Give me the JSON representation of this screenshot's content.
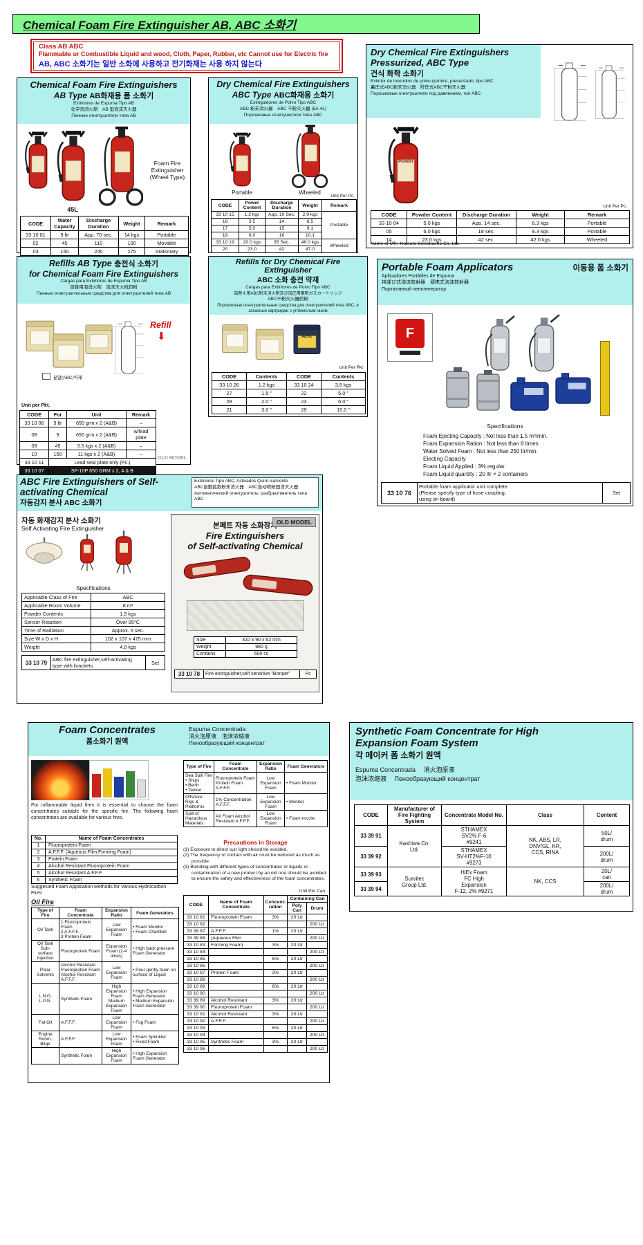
{
  "banner": {
    "title": "Chemical Foam Fire Extinguisher AB, ABC 소화기"
  },
  "warning": {
    "class_line": "Class AB ABC",
    "english_line": "Flammable or Combustible Liquid and  wood, Cloth, Paper, Rubber, etc   Cannot use for Electric fire",
    "korean_line": "AB, ABC 소화기는 일반 소화에 사용하고 전기화재는 사용 하지 않는다"
  },
  "foam_ab": {
    "title1": "Chemical Foam Fire Extinguishers",
    "title2": "AB Type",
    "title_kr": "AB화재용 폼 소화기",
    "sub_es": "Extintores de Espuma Tipo AB",
    "sub_jp": "化学泡消火剤　AB 型泡沫灭火器",
    "sub_ru": "Пенные огнетушители типа AB",
    "label_45l": "45L",
    "label_wheel": "Foam Fire\nExtinguisher\n(Wheel Type)",
    "headers": [
      "CODE",
      "Water Capacity",
      "Discharge Duration",
      "Weight",
      "Remark"
    ],
    "rows": [
      [
        "33 10 01",
        "9 ltr",
        "App. 70 sec.",
        "14 kgs",
        "Portable"
      ],
      [
        "02",
        "45",
        "110",
        "100",
        "Movable"
      ],
      [
        "03",
        "150",
        "240",
        "275",
        "Stationary"
      ]
    ]
  },
  "dry_abc": {
    "title1": "Dry Chemical Fire Extinguishers",
    "title2": "ABC Type",
    "title_kr": "ABC화재용 소화기",
    "sub_es": "Extinguidores de Polvo Tipo ABC",
    "sub_jp": "ABC 粉末消火器　ABC 干粉灭火器 (5A-4L)",
    "sub_ru": "Порошковые огнетушители типа ABC",
    "label_portable": "Portable",
    "label_wheeled": "Wheeled",
    "unit_note": "Unit Per Pc.",
    "headers": [
      "CODE",
      "Power Content",
      "Discharge Duration",
      "Weight",
      "Remark"
    ],
    "rows": [
      [
        "33 10 15",
        "1.2 kgs",
        "App. 10 Sec.",
        "2.9 kgs"
      ],
      [
        "16",
        "3.5",
        "14",
        "6.5"
      ],
      [
        "17",
        "5.0",
        "15",
        "9.1"
      ],
      [
        "18",
        "6.0",
        "16",
        "10.1"
      ],
      [
        "33 10 19",
        "20.0 kgs",
        "35 Sec.",
        "46.0 kgs"
      ],
      [
        "20",
        "23.0",
        "42",
        "47.0"
      ]
    ],
    "remark_portable": "Portable",
    "remark_wheeled": "Wheeled"
  },
  "pressurized": {
    "title1": "Dry Chemical Fire Extinguishers",
    "title2": "Pressurized, ABC Type",
    "title_kr": "건식 화학 소화기",
    "sub_es": "Extintor de incendios de polvo químico, presurizado, tipo ABC",
    "sub_jp": "蓄圧式ABC粉末消火器　貯圧式ABC干粉灭火器",
    "sub_ru": "Порошковые огнетушители под давлением, тип ABC",
    "product_label": "Powder",
    "unit_note": "Unit Per Pc.",
    "headers": [
      "CODE",
      "Powder Content",
      "Discharge Duration",
      "Weight",
      "Remark"
    ],
    "rows": [
      [
        "33 10 04",
        "5.0 kgs",
        "App. 14 sec.",
        "8.3 kgs",
        "Portable"
      ],
      [
        "05",
        "6.0 kgs",
        "18 sec.",
        "9.3 kgs",
        "Portable"
      ],
      [
        "14",
        "23.0 kgs",
        "42 sec.",
        "42.0 kgs",
        "Wheeled"
      ]
    ],
    "mfr_note": "Name of Mfr.: Hatsuta Seisakusho Co. Ltd."
  },
  "refills_ab": {
    "title1": "Refills AB Type",
    "title_kr": "충전식 소화기",
    "title2": "for Chemical Foam Fire Extinguishers",
    "sub_es": "Cargas para Extintores de Espuma Tipo AB",
    "sub_jp": "詰替用泡消火剤　泡沫灭火机药粉",
    "sub_ru": "Пенные огнетушительные средства для огнетушителей типа AB",
    "refill_label": "Refill",
    "refill_arrow": "⬇",
    "powder_label": "분말(ABC)약재",
    "unit_note": "Unit per Pkt.",
    "headers": [
      "CODE",
      "For",
      "Unit",
      "Remark"
    ],
    "rows": [
      [
        "33 10 06",
        "9 ltr",
        "650 grm x 2 (A&B)",
        "–"
      ],
      [
        "08",
        "9",
        "650 grm x 2 (A&B)",
        "w/lead plate"
      ],
      [
        "09",
        "45",
        "3.5 kgs x 2 (A&B)",
        "–"
      ],
      [
        "10",
        "150",
        "11 kgs x 2 (A&B)",
        "–"
      ]
    ],
    "lead_row": {
      "code": "33 10 11",
      "desc": "Lead seal plate only (Pc.)"
    },
    "old_row": {
      "code": "33 10 07",
      "desc": "SF-10P 650 GRM x 2,  A & B"
    },
    "old_model_label": "OLD MODEL"
  },
  "refills_dry": {
    "title1": "Refills for Dry Chemical Fire Extinguisher",
    "title_kr": "ABC 소화 충전 약재",
    "sub_es": "Cargas para Extintores de Polvo Tipo ABC",
    "sub_jp": "詰替え用ABC粉末消火剤及び加圧用薬剤ガスカートリッジ",
    "sub_cn": "ABC干粉灭火器药粉",
    "sub_ru": "Порошковые огнетушительные средства для огнетушителей типа ABC, и запасные картриджи с углекислым газом",
    "bag_label": "ABC",
    "unit_note": "Unit Per Pkt",
    "headers": [
      "CODE",
      "Contents",
      "CODE",
      "Contents"
    ],
    "rows": [
      [
        "33 10 26",
        "1.2 kgs",
        "33 10 24",
        "3.5 kgs"
      ],
      [
        "27",
        "1.5  ″",
        "22",
        "5.0  ″"
      ],
      [
        "28",
        "2.0  ″",
        "23",
        "6.0  ″"
      ],
      [
        "21",
        "3.0  ″",
        "29",
        "15.0  ″"
      ]
    ]
  },
  "applicators": {
    "title": "Portable Foam Applicators",
    "title_kr": "이동용 폼 소화기",
    "sub_es": "Aplicadores Portátiles de Espuma",
    "sub_jp": "持運び式泡沫放射器　便携式泡沫放射器",
    "sub_ru": "Портативный пеногенератор",
    "sign_letter": "F",
    "spec_title": "Specifications",
    "specs": [
      "Foam Ejecting Capacity   :  Not less than 1.5 m³/min.",
      "Foam Expansion Ration   :  Not less than 8 times",
      "Water Solved Foam         :  Not less than 250 ltr/min.",
      "Electing Capacity",
      "Foam Liquid Applied       :  3% regular",
      "Foam Liquid quantity      :  20 ltr × 2 containers"
    ],
    "row": {
      "code": "33 10 76",
      "desc": "Portable foam applicator unit complete\n(Please specify type of  hose coupling,\nusing on board)",
      "unit": "Set"
    }
  },
  "self_activating": {
    "header_title": "ABC Fire Extinguishers  of Self-activating Chemical",
    "header_kr": "자동감지 분사 ABC 소화기",
    "sub_es": "Extintores Tipo ABC, Activados Quím-icamente",
    "sub_jp": "ABC自動拡散粉末消火器　ABC自动喷粉固消灭火器",
    "sub_ru": "Автоматический огнетушитель: разбрызгиватель типа ABC",
    "left_title_kr": "자동 화재감지 분사 소화기",
    "left_title_en": "Self Activating Fire Extinguisher",
    "spec_title": "Specifications",
    "specs": [
      [
        "Applicable Class of Fire",
        "ABC"
      ],
      [
        "Applicable Room Volume",
        "8 m³"
      ],
      [
        "Powder Contents",
        "1.5 kgs"
      ],
      [
        "Sensor Reaction",
        "Over 95°C"
      ],
      [
        "Time of Radiation",
        "Approx. 6 sec."
      ],
      [
        "Size W x D x H",
        "102 x 107 x 475 mm"
      ],
      [
        "Weight",
        "4.0 kgs"
      ]
    ],
    "row": {
      "code": "33 10 79",
      "desc": "ABC fire extinguisher,self-activating\ntype with brackets",
      "unit": "Set"
    }
  },
  "old_model_unit": {
    "badge": "OLD MODEL",
    "title_kr": "본페트 자동 소화장치",
    "title1": "Fire Extinguishers",
    "title2": "of Self-activating Chemical",
    "specs": [
      [
        "Size",
        "310 x 90 x 62 mm"
      ],
      [
        "Weight",
        "980 g"
      ],
      [
        "Contains",
        "600 cc"
      ]
    ],
    "row": {
      "code": "33 10 78",
      "desc": "Fire extinguisher,self sensitive \"Bonpet\"",
      "unit": "Pc"
    }
  },
  "foam_concentrates": {
    "title": "Foam Concentrates",
    "title_kr": "폼소화기 원액",
    "sub_es": "Espuma Concentrada",
    "sub_jp": "消火泡原液　泡沫浓缩液",
    "sub_ru": "Пенообразующий концентрат",
    "intro": "For inflammable liquid fires it is essential to choose the foam concentrates suitable for the specific fire. The following foam concentrates are available for various fires.",
    "list_headers": [
      "No.",
      "Name of Foam Concentrates"
    ],
    "list": [
      [
        "1",
        "Fluoroprotein Foam"
      ],
      [
        "2",
        "A.F.F.F. (Aqueous Film Forming Foam)"
      ],
      [
        "3",
        "Protein Foam"
      ],
      [
        "4",
        "Alcohol Resistant Fluoroprotein Foam"
      ],
      [
        "5",
        "Alcohol Resistant A.F.F.F."
      ],
      [
        "6",
        "Synthetic Foam"
      ]
    ],
    "suggest_note": "Suggested Foam Application Methods for Various Hydrocarbon Fires",
    "oil_fire_title": "Oil Fire",
    "method_headers": [
      "Type of Fire",
      "Foam Concentrate",
      "Expansion Ratio",
      "Foam Generators"
    ],
    "oil_rows": [
      [
        "Oil Tank",
        "1 Fluoroprotein Foam\n2 A.F.F.F.\n3 Protein Foam",
        "Low Expansion Foam",
        "• Foam Monitor\n• Foam Chamber"
      ],
      [
        "Oil Tank Sub-surface Injection",
        "Fluoroprotein Foam",
        "Expansion Foam (2-4 times)",
        "• High back pressure Foam Generator"
      ],
      [
        "Polar Solvents",
        "Alcohol Resistant Fluoroprotein Foam\nAlcohol Resistant A.F.F.F.",
        "Low Expansion Foam",
        "• Pour gently foam on surface of Liquid"
      ],
      [
        "L.N.G.\nL.P.G.",
        "Synthetic Foam",
        "High Expansion Foam\nMedium Expansion Foam",
        "• High Expansion Foam Generator\n• Medium Expansion Foam Generator"
      ],
      [
        "Fat Oil",
        "A.F.F.F.",
        "Low Expansion Foam",
        "• Fog Foam"
      ],
      [
        "Engine Room, Bilge",
        "A.F.F.F.",
        "Low Expansion Foam",
        "• Foam Sprinkler\n• Fixed Foam"
      ],
      [
        "",
        "Synthetic Foam",
        "High Expansion Foam",
        "• High Expansion Foam Generator"
      ]
    ],
    "sea_rows": [
      [
        "Sea Spill Fire\n• Ships\n• Berth\n• Tanker",
        "Fluoroprotein Foam\nProtein Foam\nA.F.F.F.",
        "Low Expansion Foam",
        "• Foam Monitor"
      ],
      [
        "Offshore Rigs & Platforms",
        "1% Concentration A.F.F.F.",
        "Low Expansion Foam",
        "• Monitor"
      ],
      [
        "Spill of Hazardous Materials",
        "Air Foam Alcohol Resistant A.F.F.F.",
        "Low Expansion Foam",
        "• Foam nozzle"
      ]
    ],
    "precautions_title": "Precautions in Storage",
    "precautions": [
      "(1)  Exposure to direct sun light should be avoided.",
      "(2)  The frequency of contact with air must be reduced as much as possible.",
      "(3)  Blending with different types of concentrates or liquids or contamination of a new product by an old one should be avoided to ensure the safety and effectiveness of the foam concentrates."
    ],
    "unit_note": "Unit Per Can",
    "can_headers": {
      "code": "CODE",
      "name": "Name of Foam Concentrate",
      "conc": "Concent-ration",
      "containing": "Containing Can",
      "poly": "Poly Can",
      "drum": "Drum"
    },
    "can_rows": [
      [
        "33 10 81",
        "Fluoroprotein Foam",
        "3%",
        "20 Ltr",
        ""
      ],
      [
        "33 10 82",
        "",
        "",
        "",
        "200 Ltr"
      ],
      [
        "33 39 87",
        "A.F.F.F.",
        "1%",
        "20 Ltr",
        ""
      ],
      [
        "33 39 88",
        "(Aqueous Film",
        "",
        "",
        "200 Ltr"
      ],
      [
        "33 10 83",
        "Forming Foam)",
        "3%",
        "20 Ltr",
        ""
      ],
      [
        "33 10 84",
        "",
        "",
        "",
        "200 Ltr"
      ],
      [
        "33 10 85",
        "",
        "6%",
        "20 Ltr",
        ""
      ],
      [
        "33 10 86",
        "",
        "",
        "",
        "200 Ltr"
      ],
      [
        "33 10 87",
        "Protein Foam",
        "3%",
        "20 Ltr",
        ""
      ],
      [
        "33 10 88",
        "",
        "",
        "",
        "200 Ltr"
      ],
      [
        "33 10 89",
        "",
        "6%",
        "20 Ltr",
        ""
      ],
      [
        "33 10 90",
        "",
        "",
        "",
        "200 Ltr"
      ],
      [
        "33 39 89",
        "Alcohol Resistant",
        "3%",
        "20 Ltr",
        ""
      ],
      [
        "33 39 90",
        "Fluoroprotein Foam",
        "",
        "",
        "200 Ltr"
      ],
      [
        "33 10 91",
        "Alcohol Resistant",
        "3%",
        "20 Ltr",
        ""
      ],
      [
        "33 10 92",
        "A.F.F.F.",
        "",
        "",
        "200 Ltr"
      ],
      [
        "33 10 93",
        "",
        "6%",
        "20 Ltr",
        ""
      ],
      [
        "33 10 94",
        "",
        "",
        "",
        "200 Ltr"
      ],
      [
        "33 10 95",
        "Synthetic Foam",
        "3%",
        "20 Ltr",
        ""
      ],
      [
        "33 10 96",
        "",
        "",
        "",
        "200 Ltr"
      ]
    ]
  },
  "synthetic_foam": {
    "title1": "Synthetic Foam Concentrate for High",
    "title2": "Expansion Foam System",
    "title_kr": "각 메이커 폼 소화기 원액",
    "sub1": "Espuma Concentrada　 消火泡原液",
    "sub2": "泡沫浓缩液　 Пенообразующий концентрат",
    "headers": [
      "CODE",
      "Manufacturer of Fire Fighting System",
      "Concentrate Model No.",
      "Class",
      "Content"
    ],
    "rows": {
      "r1": {
        "code": "33 39 91",
        "mfr": "Kashiwa Co.\nLtd.",
        "model": "STHAMEX\nSV2% F-6\n#9241",
        "class": "NK, ABS, LR,\nDNV/GL, KR,\nCCS, RINA",
        "content": "50L/\ndrum"
      },
      "r2": {
        "code": "33 39 92",
        "model": "STHAMEX\nSV-HT2%F-10\n#9273",
        "content": "200L/\ndrum"
      },
      "r3": {
        "code": "33 39 93",
        "mfr": "Survitec\nGroup Ltd.",
        "model": "HiEx Foam\nFC High\nExpansion\nF-12, 2% #9271",
        "class": "NK, CCS",
        "content": "20L/\ncan"
      },
      "r4": {
        "code": "33 39 94",
        "content": "200L/\ndrum"
      }
    }
  }
}
